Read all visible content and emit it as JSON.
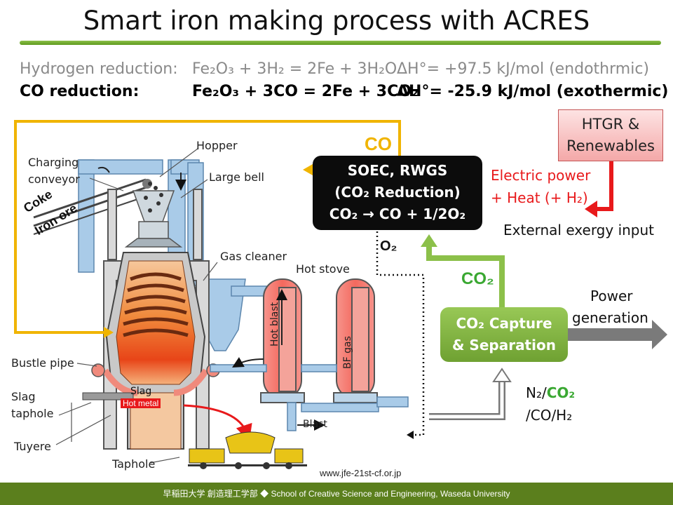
{
  "title": "Smart iron making process with ACRES",
  "equations": {
    "hydrogen": {
      "label": "Hydrogen reduction:",
      "formula": "Fe₂O₃ + 3H₂ = 2Fe + 3H₂O",
      "enthalpy": "ΔH°= +97.5 kJ/mol (endothrmic)"
    },
    "co": {
      "label": "CO reduction:",
      "formula": "Fe₂O₃ + 3CO = 2Fe + 3CO₂",
      "enthalpy": "ΔH°= -25.9 kJ/mol (exothermic)"
    }
  },
  "furnace_labels": {
    "charging_conveyor": "Charging\nconveyor",
    "hopper": "Hopper",
    "large_bell": "Large bell",
    "coke": "Coke",
    "iron_ore": "Iron ore",
    "gas_cleaner": "Gas cleaner",
    "hot_stove": "Hot stove",
    "hot_blast": "Hot blast",
    "bf_gas": "BF gas",
    "bustle_pipe": "Bustle pipe",
    "slag_taphole": "Slag\ntaphole",
    "slag": "Slag",
    "hot_metal": "Hot metal",
    "tuyere": "Tuyere",
    "taphole": "Taphole",
    "blast": "Blast"
  },
  "process": {
    "co_label": "CO",
    "soec": [
      "SOEC, RWGS",
      "(CO₂ Reduction)",
      "CO₂  → CO + 1/2O₂"
    ],
    "o2_label": "O₂",
    "htgr": [
      "HTGR &",
      "Renewables"
    ],
    "electric_power": [
      "Electric power",
      "+ Heat  (+ H₂)"
    ],
    "external_exergy": "External exergy input",
    "co2_label": "CO₂",
    "capture": [
      "CO₂ Capture",
      "& Separation"
    ],
    "power_generation": [
      "Power",
      "generation"
    ],
    "gas_mix": {
      "n2": "N₂/",
      "co2": "CO₂",
      "rest": "/CO/H₂"
    }
  },
  "source_url": "www.jfe-21st-cf.or.jp",
  "footer": "早稲田大学 創造理工学部 ◆ School of Creative Science and Engineering, Waseda University",
  "colors": {
    "accent_green": "#6aa32a",
    "co_yellow": "#f0b400",
    "power_red": "#e8191b",
    "co2_green": "#3aa832"
  }
}
